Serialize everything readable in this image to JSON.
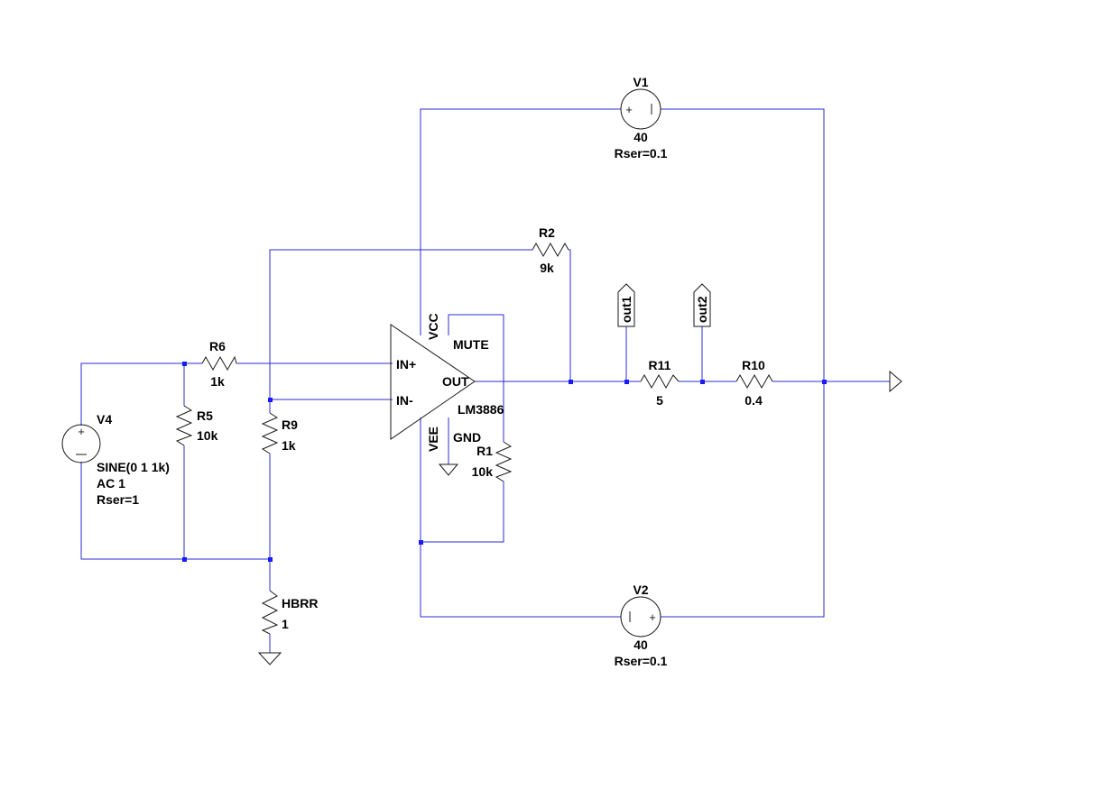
{
  "v1": {
    "name": "V1",
    "value": "40",
    "param": "Rser=0.1"
  },
  "v2": {
    "name": "V2",
    "value": "40",
    "param": "Rser=0.1"
  },
  "v4": {
    "name": "V4",
    "line1": "SINE(0 1 1k)",
    "line2": "AC 1",
    "line3": "Rser=1"
  },
  "r1": {
    "name": "R1",
    "value": "10k"
  },
  "r2": {
    "name": "R2",
    "value": "9k"
  },
  "r5": {
    "name": "R5",
    "value": "10k"
  },
  "r6": {
    "name": "R6",
    "value": "1k"
  },
  "r9": {
    "name": "R9",
    "value": "1k"
  },
  "r10": {
    "name": "R10",
    "value": "0.4"
  },
  "r11": {
    "name": "R11",
    "value": "5"
  },
  "hbrr": {
    "name": "HBRR",
    "value": "1"
  },
  "opamp": {
    "part": "LM3886",
    "pins": {
      "in_plus": "IN+",
      "in_minus": "IN-",
      "out": "OUT",
      "vcc": "VCC",
      "vee": "VEE",
      "mute": "MUTE",
      "gnd": "GND"
    }
  },
  "labels": {
    "out1": "out1",
    "out2": "out2"
  },
  "colors": {
    "wire": "#2b2bd6",
    "component": "#1a1a1a",
    "junction": "#1a1aff",
    "background": "#ffffff"
  }
}
